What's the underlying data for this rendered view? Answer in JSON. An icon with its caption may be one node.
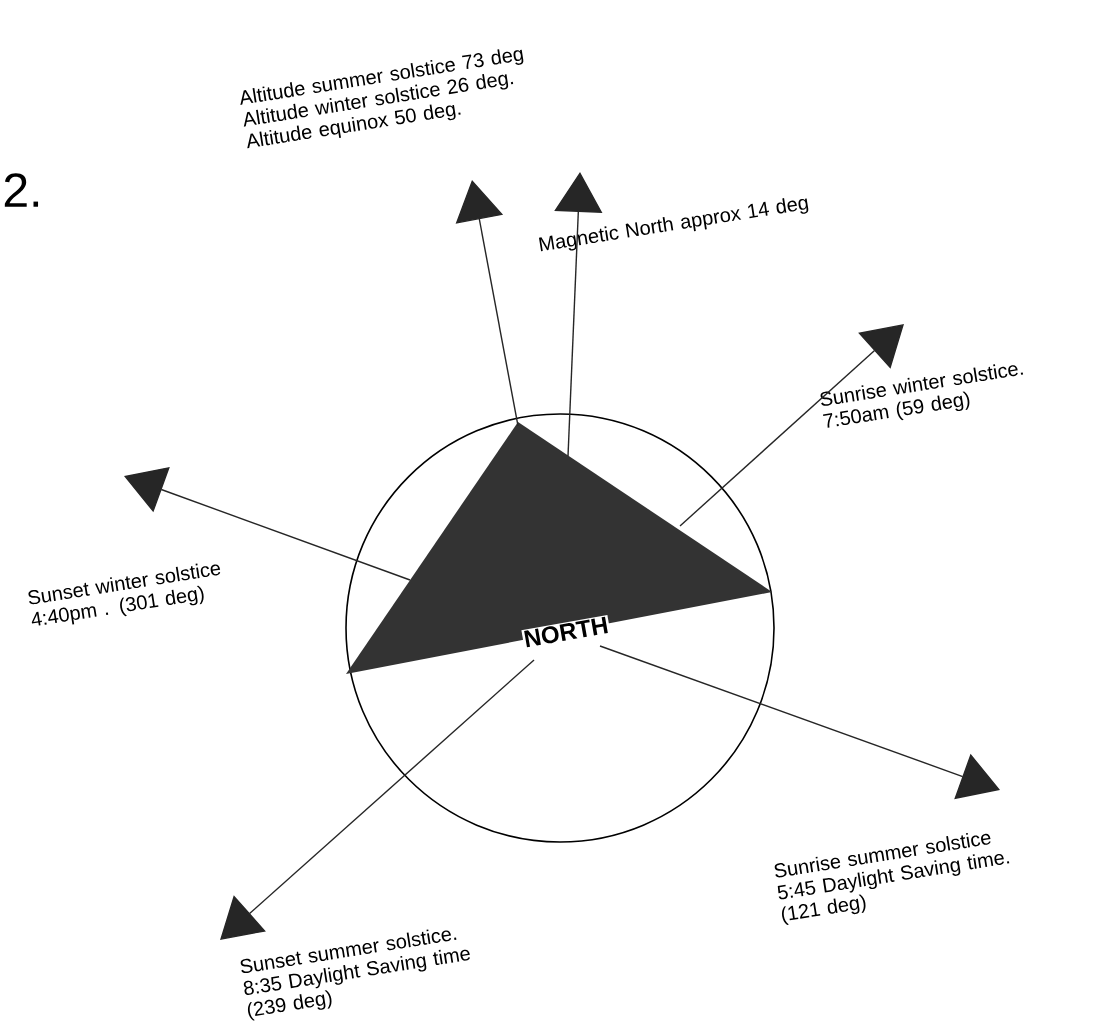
{
  "diagram": {
    "nodes": [
      {
        "text": [],
        "shape": "circle"
      },
      {
        "text": [
          "NORTH"
        ],
        "in": 0
      },
      {
        "text": [
          "Altitude summer solstice 73 deg",
          "Altitude winter solstice 26 deg.",
          "Altitude equinox 50 deg."
        ]
      },
      {
        "text": [
          "Magnetic North approx 14 deg"
        ]
      },
      {
        "text": [
          "Sunrise winter solstice. 7:50am (59 deg)"
        ]
      },
      {
        "text": [
          "Sunset winter solstice 4:40pm . (301 deg)"
        ]
      },
      {
        "text": [
          "Sunset summer solstice. 8:35 Daylight Saving time (239 deg)"
        ]
      },
      {
        "text": [
          "Sunrise summer solstice 5:45 Daylight Saving time. (121 deg)"
        ]
      }
    ],
    "edges": [
      {
        "from": 1,
        "to": 2,
        "arrow": "to"
      },
      {
        "from": 1,
        "to": 3,
        "arrow": "to"
      },
      {
        "from": 1,
        "to": 4,
        "arrow": "to"
      },
      {
        "from": 1,
        "to": 5,
        "arrow": "to"
      },
      {
        "from": 1,
        "to": 6,
        "arrow": "to"
      },
      {
        "from": 1,
        "to": 7,
        "arrow": "to"
      }
    ],
    "labels": [
      "2."
    ]
  }
}
